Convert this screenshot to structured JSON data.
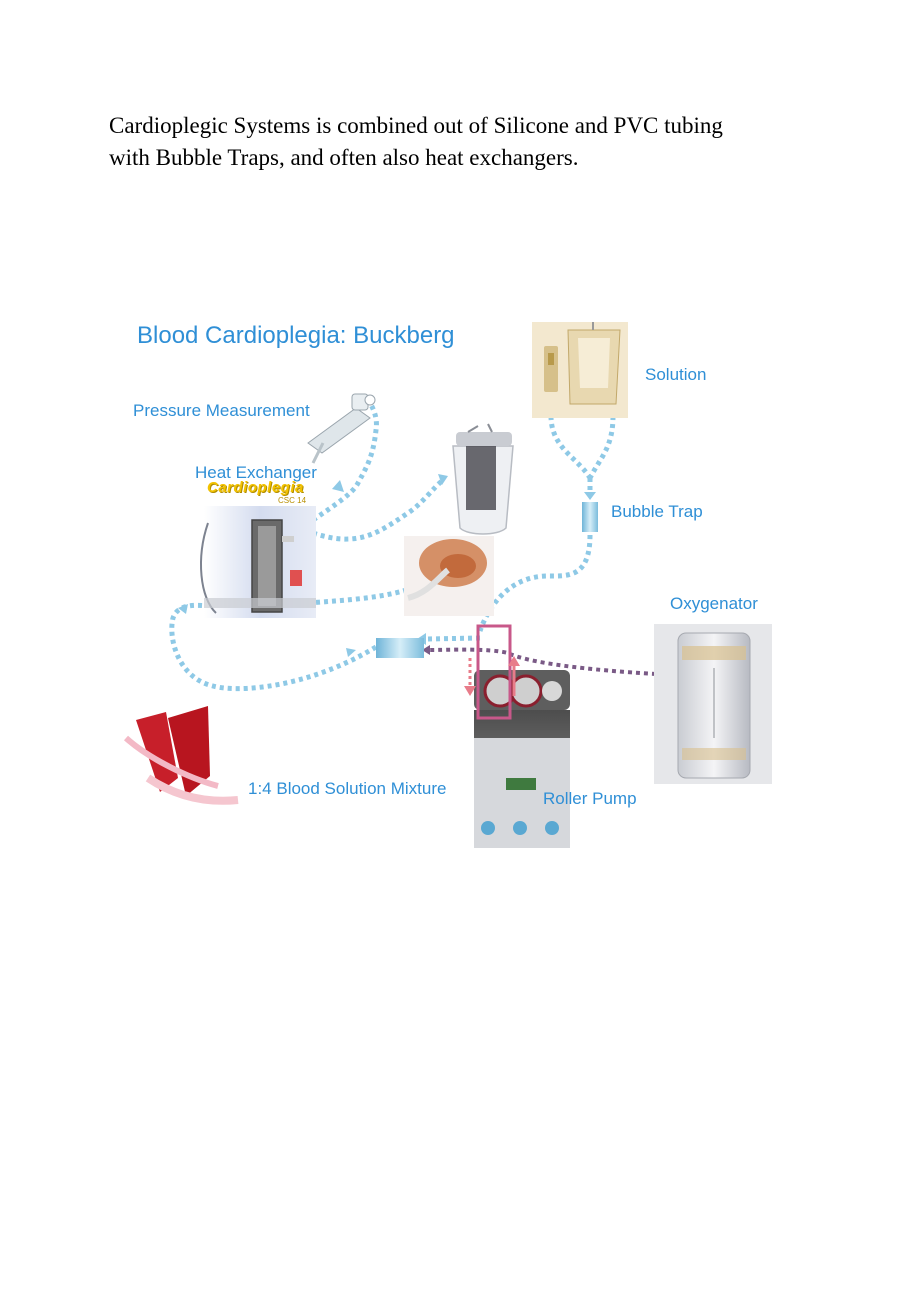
{
  "intro": {
    "line1": "Cardioplegic Systems is combined out of Silicone and PVC tubing",
    "line2": "with Bubble Traps, and often also heat exchangers."
  },
  "diagram": {
    "title": "Blood Cardioplegia: Buckberg",
    "labels": {
      "solution": "Solution",
      "pressure_measurement": "Pressure Measurement",
      "heat_exchanger": "Heat Exchanger",
      "bubble_trap": "Bubble Trap",
      "oxygenator": "Oxygenator",
      "mixture": "1:4 Blood Solution Mixture",
      "roller_pump": "Roller Pump"
    },
    "heat_exchanger_logo": "Cardioplegia",
    "heat_exchanger_model": "CSC 14",
    "colors": {
      "label_blue": "#2f8fd6",
      "tubing_blue": "#8ec9e6",
      "arrow_pink": "#e87c8a",
      "arrow_purple": "#7a5a86",
      "pump_box": "#c8588a"
    }
  }
}
